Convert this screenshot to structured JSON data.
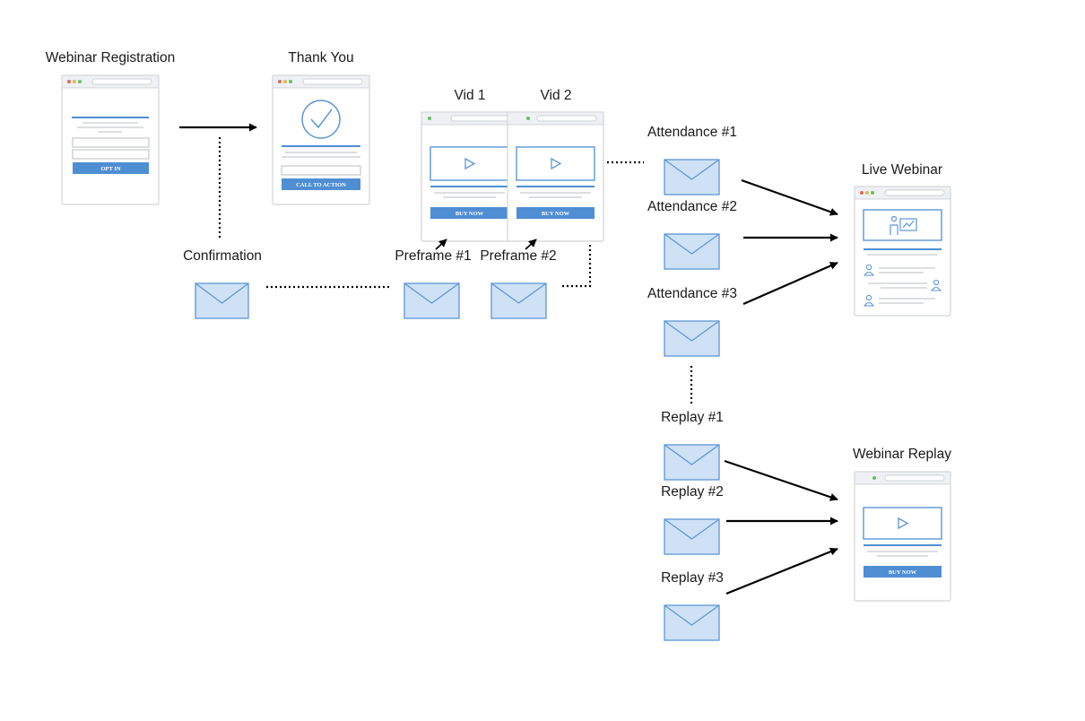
{
  "pages": {
    "registration": {
      "label": "Webinar Registration",
      "button": "OPT IN"
    },
    "thank_you": {
      "label": "Thank You",
      "button": "CALL TO ACTION"
    },
    "vid1": {
      "label": "Vid 1",
      "button": "BUY NOW"
    },
    "vid2": {
      "label": "Vid 2",
      "button": "BUY NOW"
    },
    "live_webinar": {
      "label": "Live Webinar"
    },
    "webinar_replay": {
      "label": "Webinar Replay",
      "button": "BUY NOW"
    }
  },
  "emails": {
    "confirmation": "Confirmation",
    "preframe1": "Preframe #1",
    "preframe2": "Preframe #2",
    "attendance1": "Attendance #1",
    "attendance2": "Attendance #2",
    "attendance3": "Attendance #3",
    "replay1": "Replay #1",
    "replay2": "Replay #2",
    "replay3": "Replay #3"
  },
  "colors": {
    "accent": "#4f8ed3",
    "envelope_fill": "#cfe1f5",
    "envelope_stroke": "#5b96d6",
    "connector": "#000000"
  }
}
